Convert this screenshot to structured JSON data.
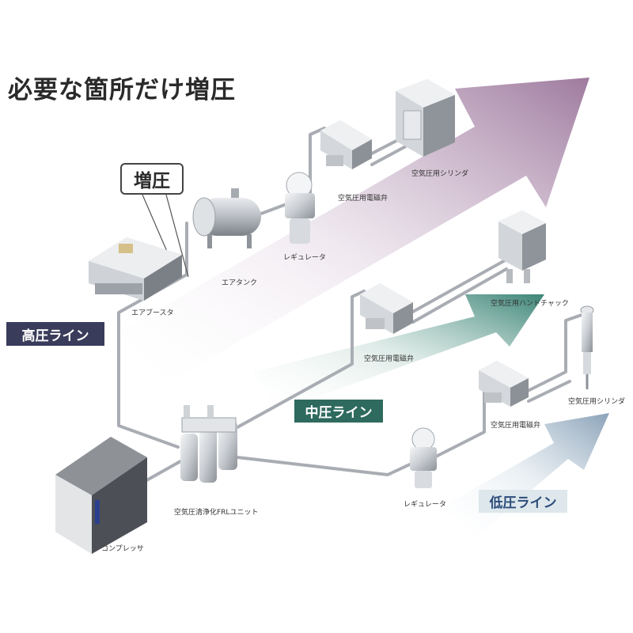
{
  "title": "必要な箇所だけ増圧",
  "boost_label": "増圧",
  "lines": {
    "high": "高圧ライン",
    "mid": "中圧ライン",
    "low": "低圧ライン"
  },
  "captions": {
    "air_booster": "エアブースタ",
    "air_tank": "エアタンク",
    "regulator_high": "レギュレータ",
    "valve_high": "空気圧用電磁弁",
    "cylinder_high": "空気圧用シリンダ",
    "hand_chuck": "空気圧用ハンドチャック",
    "valve_mid": "空気圧用電磁弁",
    "cylinder_low": "空気圧用シリンダ",
    "valve_low": "空気圧用電磁弁",
    "regulator_low": "レギュレータ",
    "frl_unit": "空気圧清浄化FRLユニット",
    "compressor": "コンプレッサ"
  },
  "colors": {
    "high_line": "#3a3c5b",
    "mid_line": "#2f6a5e",
    "low_line_bg": "#dde7ec",
    "low_line_text": "#2d4c7a",
    "arrow_high": "#a88aa8",
    "arrow_mid": "#3f8a7c",
    "arrow_low": "#8ea6bd",
    "pipe": "#a9adb3"
  }
}
